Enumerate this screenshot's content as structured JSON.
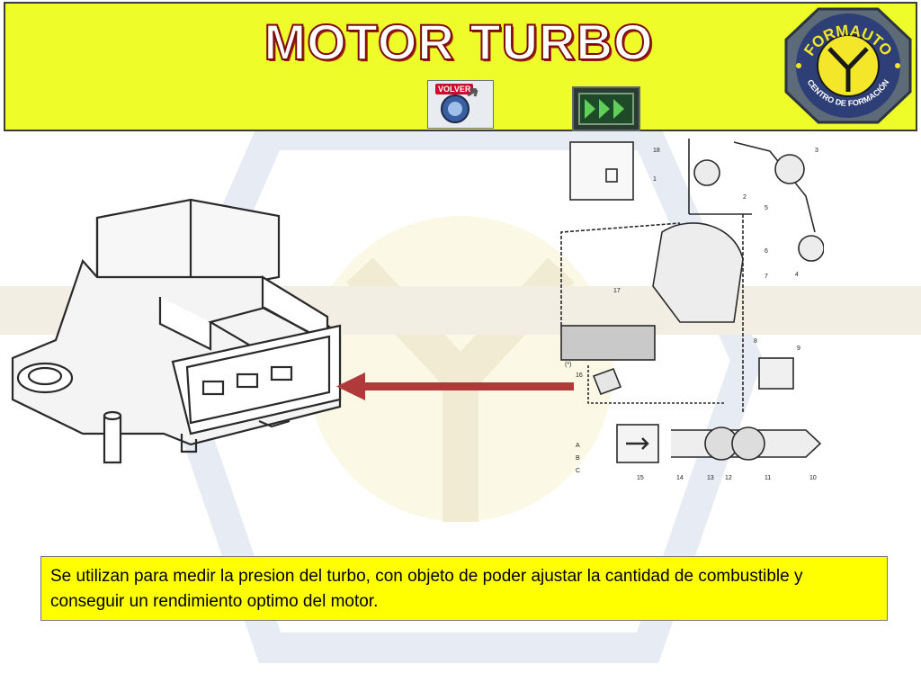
{
  "header": {
    "title": "MOTOR TURBO",
    "background": "#eefc2a",
    "volver_label": "VOLVER",
    "next_icon": "triple-play-icon"
  },
  "logo": {
    "top_text": "FORMAUTO",
    "bottom_text": "CENTRO DE FORMACIÓN",
    "icon": "y-emblem-icon"
  },
  "diagram_labels": {
    "n1": "1",
    "n2": "2",
    "n3": "3",
    "n4": "4",
    "n5": "5",
    "n6": "6",
    "n7": "7",
    "n8": "8",
    "n9": "9",
    "n10": "10",
    "n11": "11",
    "n12": "12",
    "n13": "13",
    "n14": "14",
    "n15": "15",
    "n16": "16",
    "n17": "17",
    "n18": "18",
    "legend_a": "A",
    "legend_b": "B",
    "legend_c": "C",
    "star": "(*)"
  },
  "description": "Se utilizan para medir la presion del turbo, con objeto de poder ajustar la cantidad de combustible y conseguir un rendimiento optimo del motor.",
  "colors": {
    "title_outline": "#7a0c08",
    "arrow": "#b03a3a",
    "textbox": "#ffff00"
  }
}
